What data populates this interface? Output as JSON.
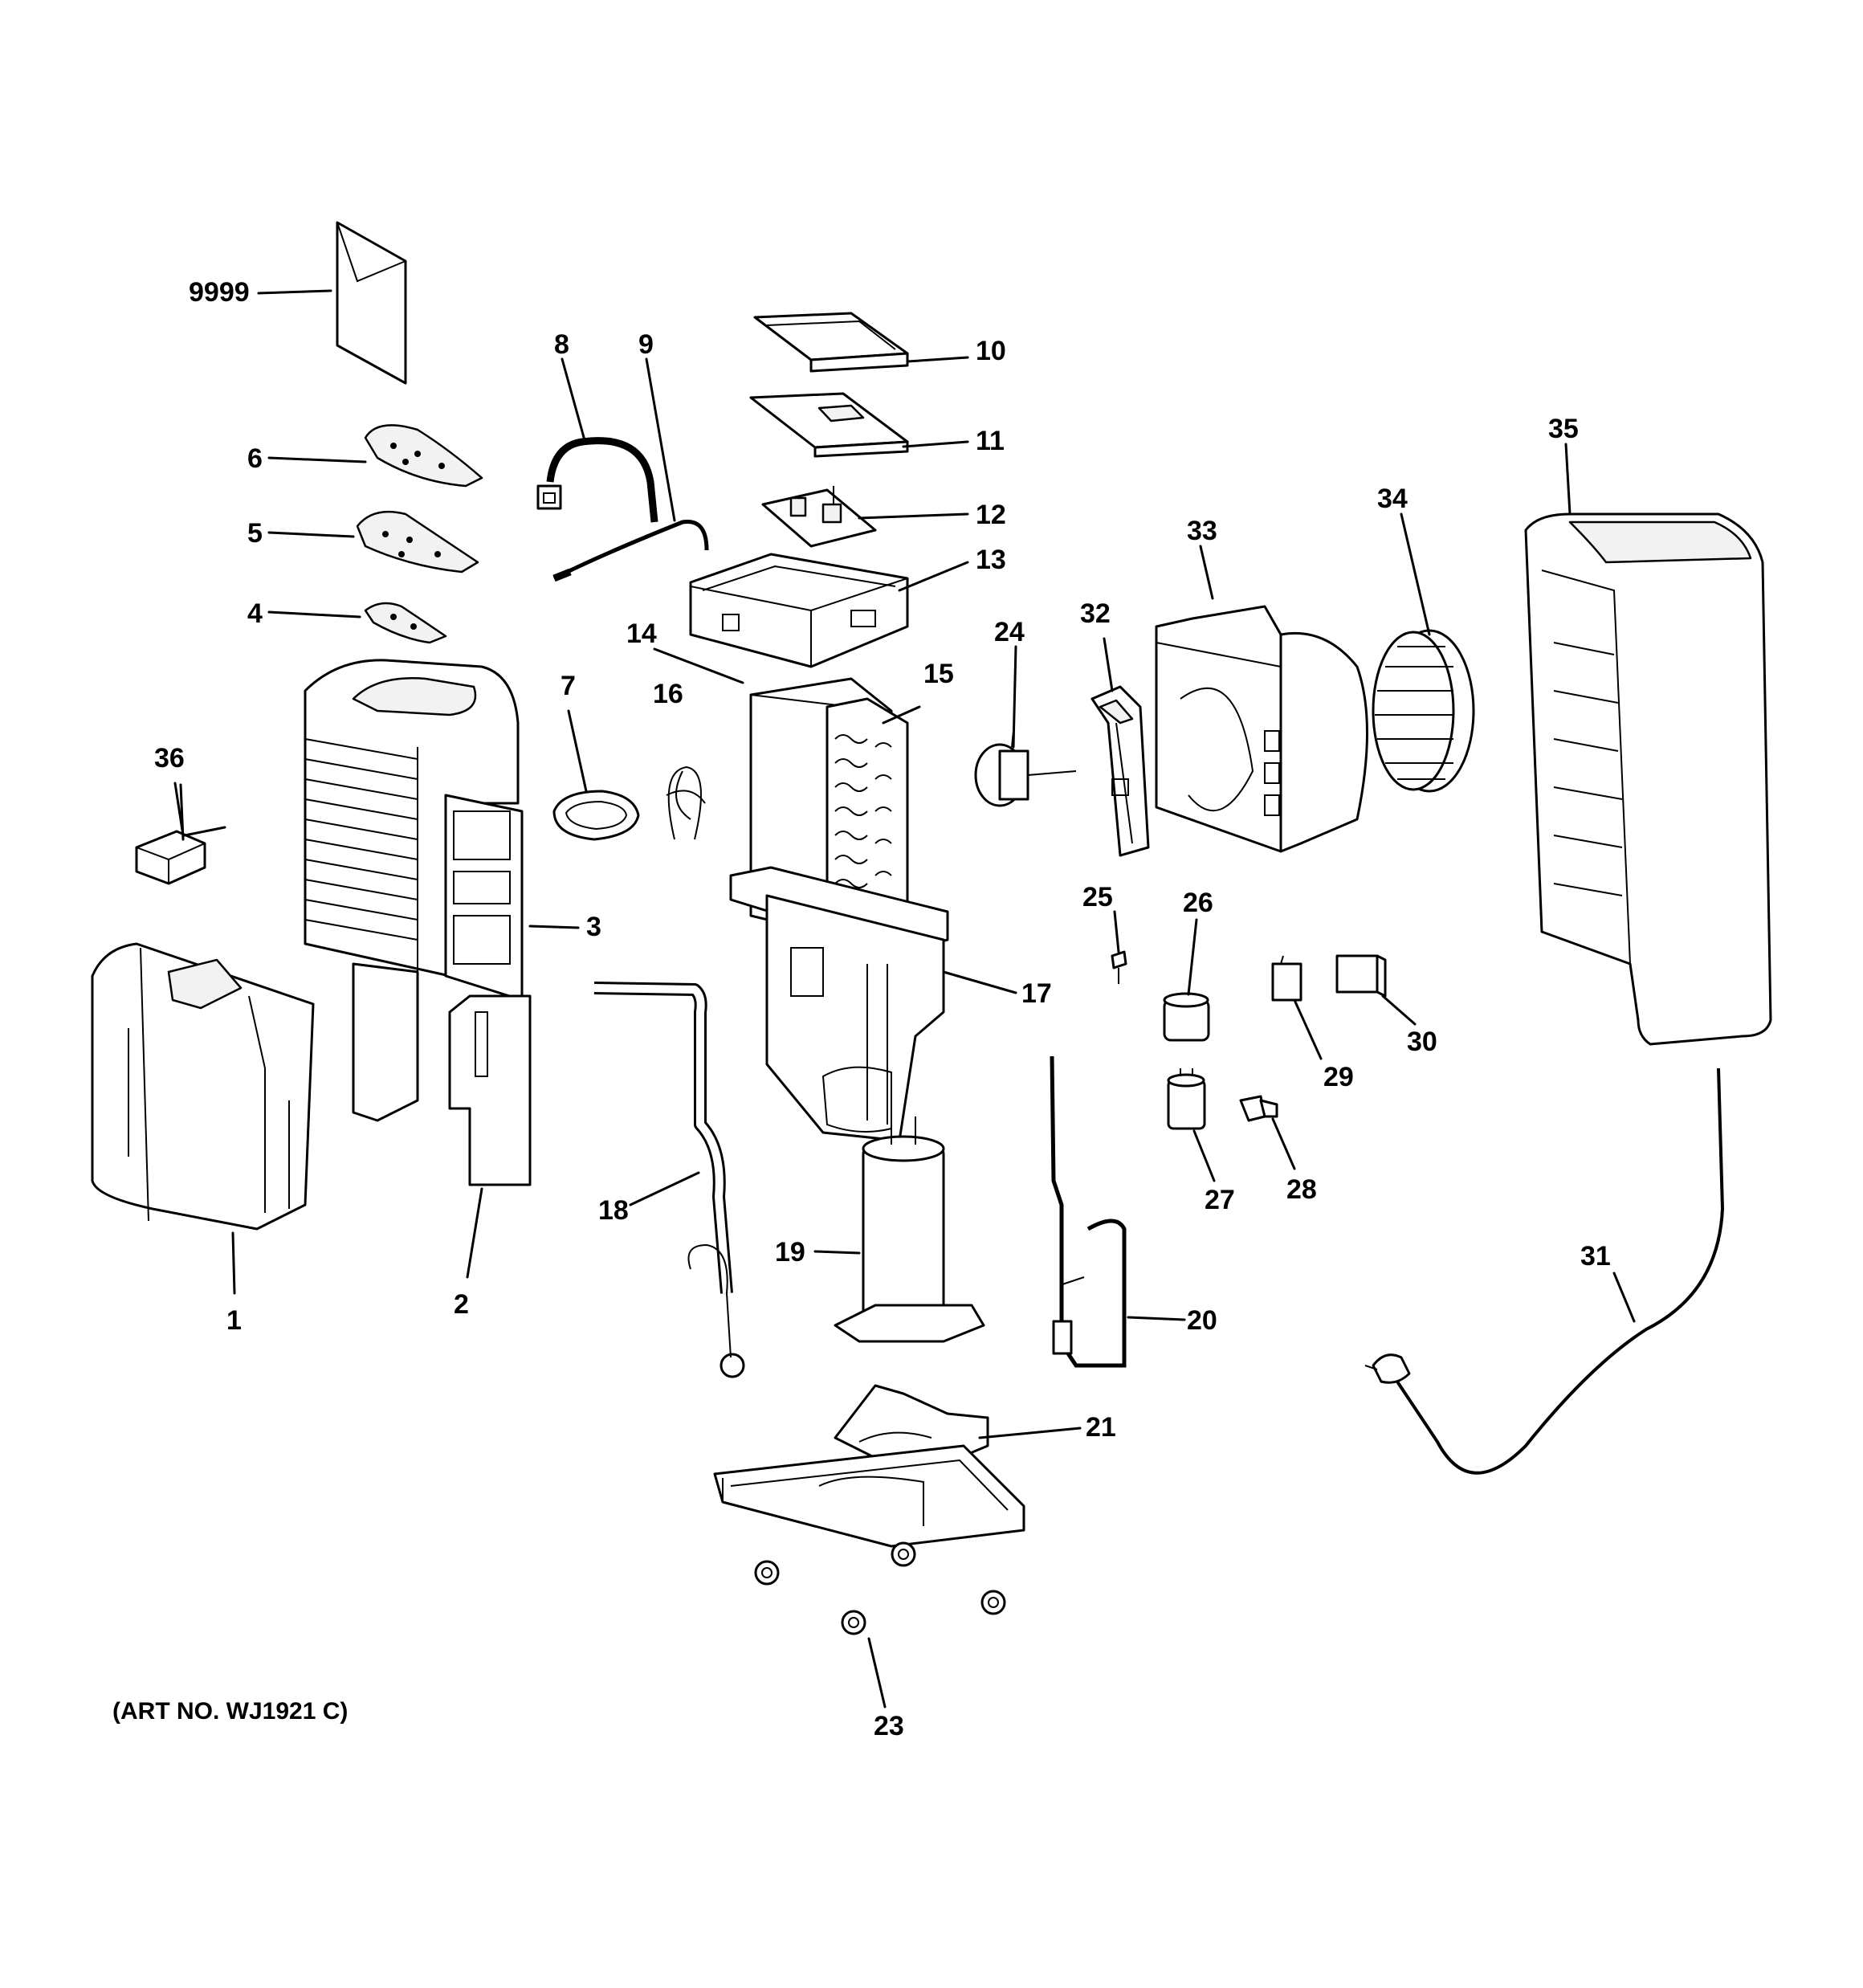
{
  "art_number": "(ART NO. WJ1921 C)",
  "callouts": [
    {
      "id": "1",
      "label": "1"
    },
    {
      "id": "2",
      "label": "2"
    },
    {
      "id": "3",
      "label": "3"
    },
    {
      "id": "4",
      "label": "4"
    },
    {
      "id": "5",
      "label": "5"
    },
    {
      "id": "6",
      "label": "6"
    },
    {
      "id": "7",
      "label": "7"
    },
    {
      "id": "8",
      "label": "8"
    },
    {
      "id": "9",
      "label": "9"
    },
    {
      "id": "10",
      "label": "10"
    },
    {
      "id": "11",
      "label": "11"
    },
    {
      "id": "12",
      "label": "12"
    },
    {
      "id": "13",
      "label": "13"
    },
    {
      "id": "14",
      "label": "14"
    },
    {
      "id": "15",
      "label": "15"
    },
    {
      "id": "16",
      "label": "16"
    },
    {
      "id": "17",
      "label": "17"
    },
    {
      "id": "18",
      "label": "18"
    },
    {
      "id": "19",
      "label": "19"
    },
    {
      "id": "20",
      "label": "20"
    },
    {
      "id": "21",
      "label": "21"
    },
    {
      "id": "23",
      "label": "23"
    },
    {
      "id": "24",
      "label": "24"
    },
    {
      "id": "25",
      "label": "25"
    },
    {
      "id": "26",
      "label": "26"
    },
    {
      "id": "27",
      "label": "27"
    },
    {
      "id": "28",
      "label": "28"
    },
    {
      "id": "29",
      "label": "29"
    },
    {
      "id": "30",
      "label": "30"
    },
    {
      "id": "31",
      "label": "31"
    },
    {
      "id": "32",
      "label": "32"
    },
    {
      "id": "33",
      "label": "33"
    },
    {
      "id": "34",
      "label": "34"
    },
    {
      "id": "35",
      "label": "35"
    },
    {
      "id": "36",
      "label": "36"
    },
    {
      "id": "9999",
      "label": "9999"
    }
  ]
}
